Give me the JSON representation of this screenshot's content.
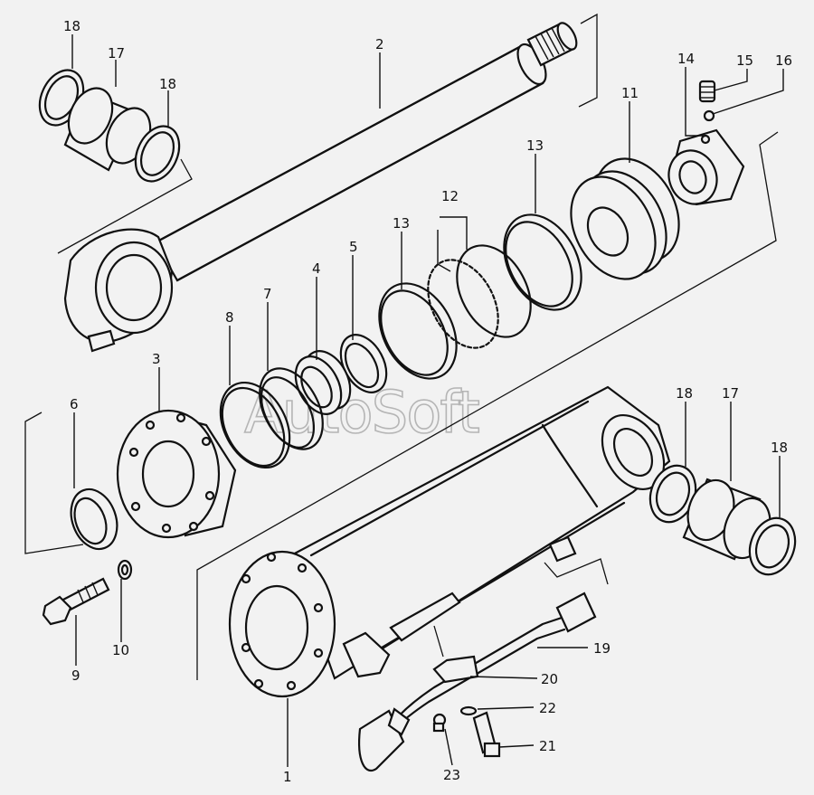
{
  "watermark": "AutoSoft",
  "callouts": [
    {
      "id": "c18a",
      "label": "18"
    },
    {
      "id": "c17a",
      "label": "17"
    },
    {
      "id": "c18b",
      "label": "18"
    },
    {
      "id": "c2",
      "label": "2"
    },
    {
      "id": "c14",
      "label": "14"
    },
    {
      "id": "c15",
      "label": "15"
    },
    {
      "id": "c16",
      "label": "16"
    },
    {
      "id": "c11",
      "label": "11"
    },
    {
      "id": "c13a",
      "label": "13"
    },
    {
      "id": "c12",
      "label": "12"
    },
    {
      "id": "c13b",
      "label": "13"
    },
    {
      "id": "c5",
      "label": "5"
    },
    {
      "id": "c4",
      "label": "4"
    },
    {
      "id": "c7",
      "label": "7"
    },
    {
      "id": "c8",
      "label": "8"
    },
    {
      "id": "c3",
      "label": "3"
    },
    {
      "id": "c6",
      "label": "6"
    },
    {
      "id": "c18c",
      "label": "18"
    },
    {
      "id": "c17b",
      "label": "17"
    },
    {
      "id": "c18d",
      "label": "18"
    },
    {
      "id": "c19",
      "label": "19"
    },
    {
      "id": "c20",
      "label": "20"
    },
    {
      "id": "c22",
      "label": "22"
    },
    {
      "id": "c21",
      "label": "21"
    },
    {
      "id": "c23",
      "label": "23"
    },
    {
      "id": "c1",
      "label": "1"
    },
    {
      "id": "c9",
      "label": "9"
    },
    {
      "id": "c10",
      "label": "10"
    }
  ]
}
